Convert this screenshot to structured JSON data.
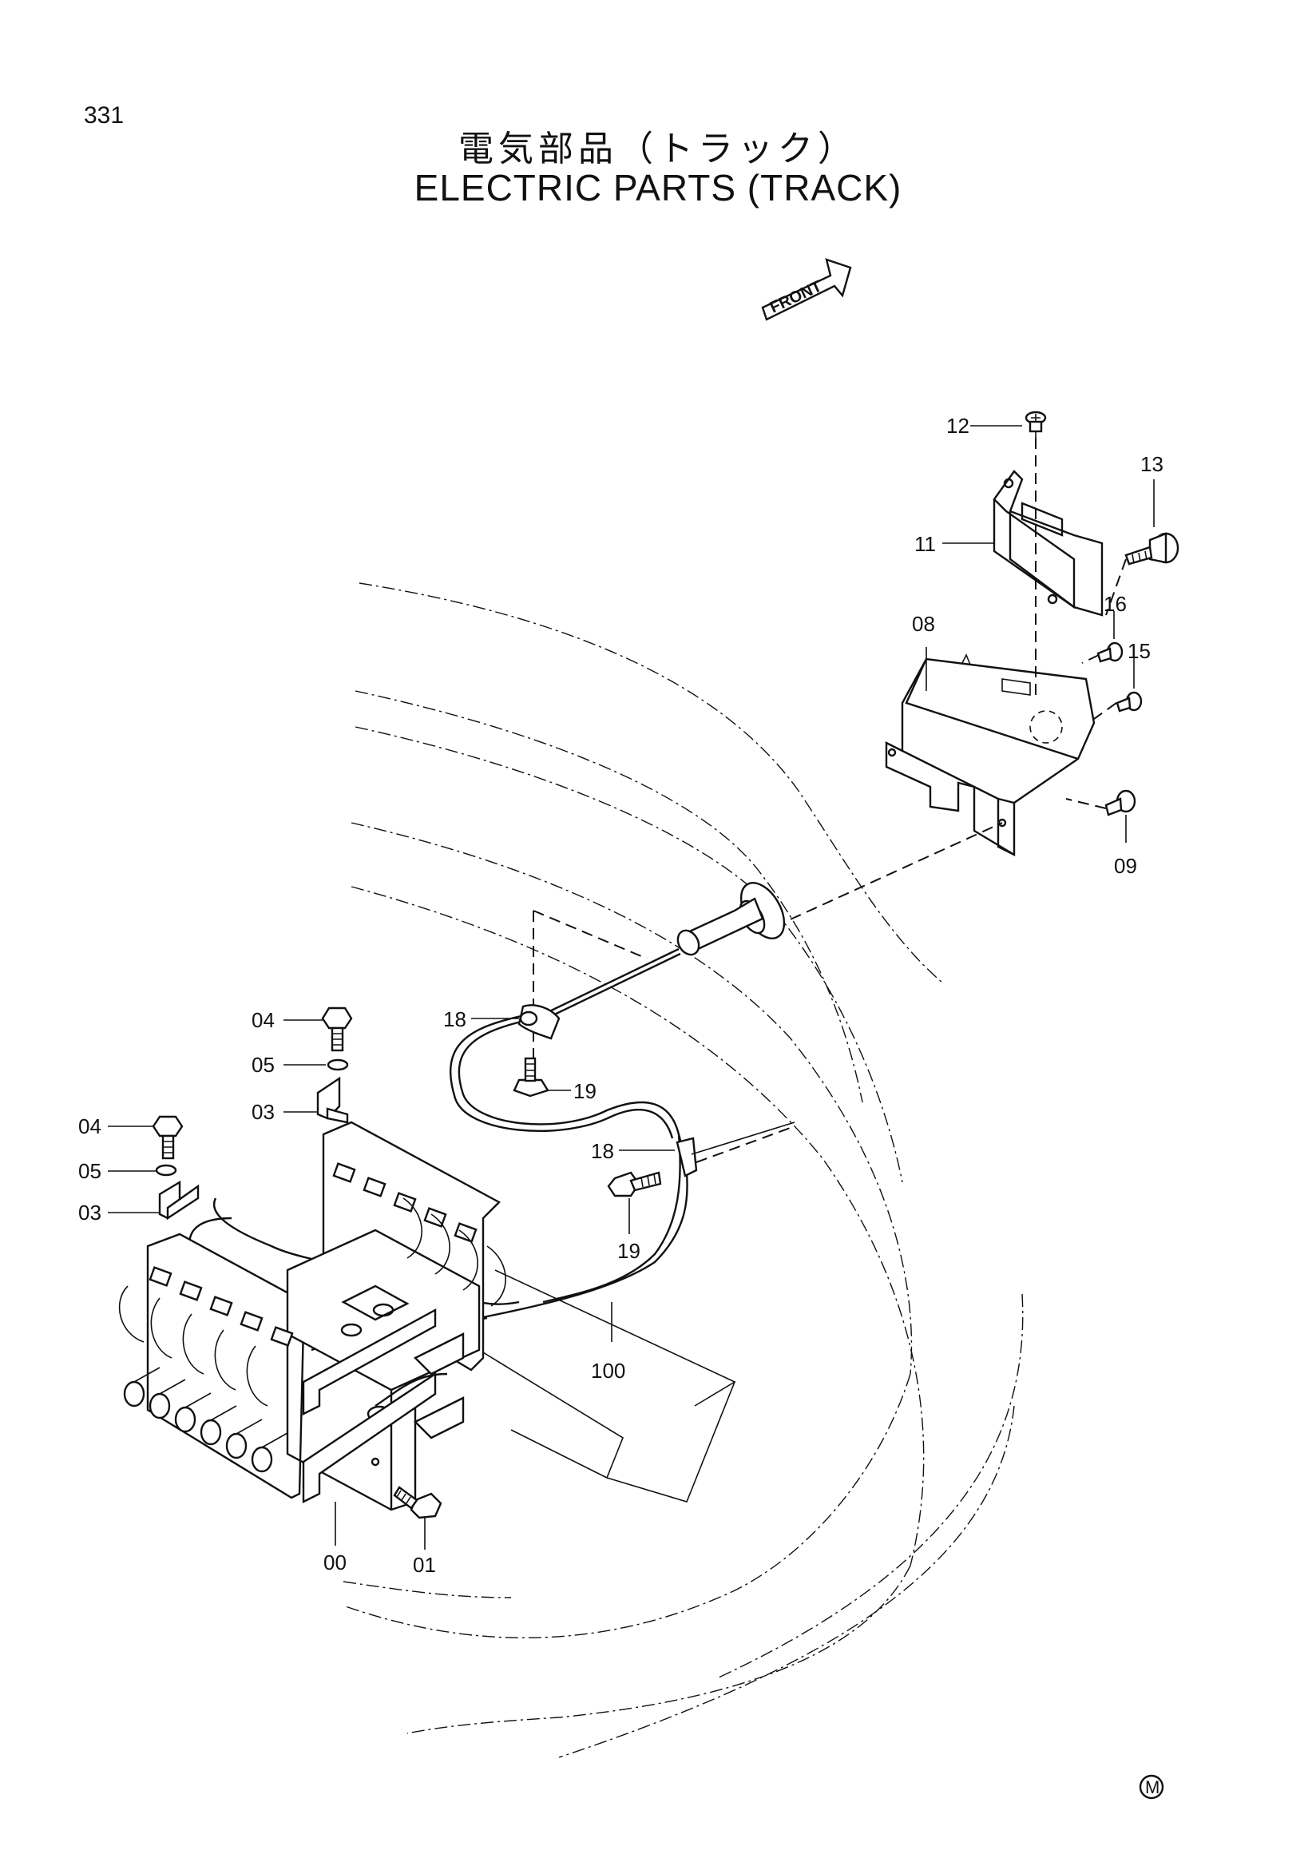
{
  "page_number": "331",
  "title_jp": "電気部品（トラック）",
  "title_en": "ELECTRIC PARTS (TRACK)",
  "front_label": "FRONT",
  "mark_symbol": "M",
  "callouts": {
    "c00": "00",
    "c01": "01",
    "c03a": "03",
    "c03b": "03",
    "c04a": "04",
    "c04b": "04",
    "c05a": "05",
    "c05b": "05",
    "c08": "08",
    "c09": "09",
    "c11": "11",
    "c12": "12",
    "c13": "13",
    "c15": "15",
    "c16": "16",
    "c18a": "18",
    "c18b": "18",
    "c19a": "19",
    "c19b": "19",
    "c100": "100"
  }
}
